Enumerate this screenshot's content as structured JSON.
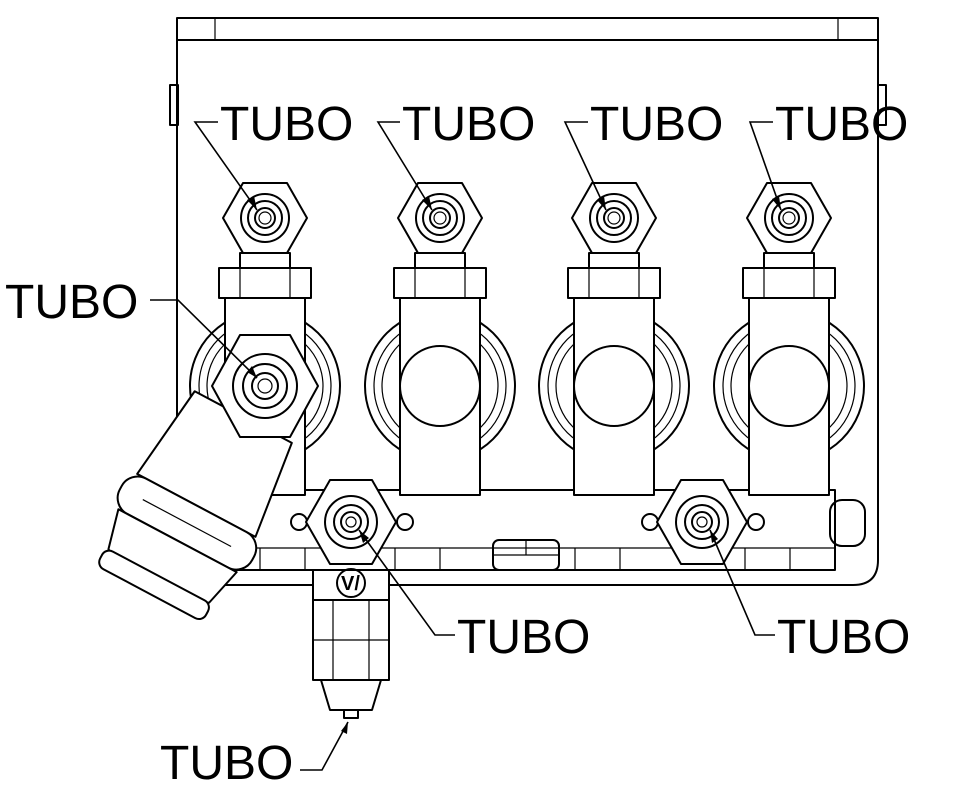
{
  "drawing": {
    "callouts": [
      {
        "text": "TUBO"
      },
      {
        "text": "TUBO"
      },
      {
        "text": "TUBO"
      },
      {
        "text": "TUBO"
      },
      {
        "text": "TUBO"
      },
      {
        "text": "TUBO"
      },
      {
        "text": "TUBO"
      },
      {
        "text": "TUBO"
      }
    ],
    "logo_text": "V/"
  }
}
